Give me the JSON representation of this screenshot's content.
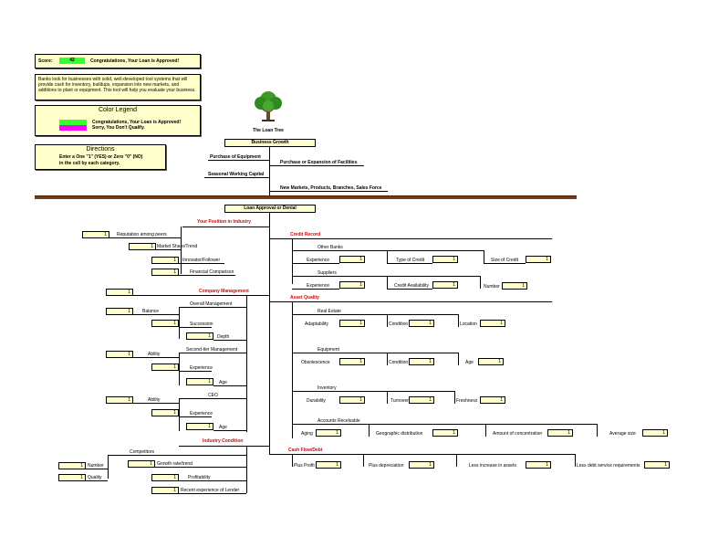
{
  "score": {
    "label": "Score:",
    "value": "42",
    "message": "Congratulations, Your Loan is Approved!"
  },
  "intro": "Banks look for businesses with solid, well-developed tool systems that will provide cash for inventory, buildups, expansion into new markets, and additions to plant or equipment. This tool will help you evaluate your business.",
  "legend": {
    "title": "Color Legend",
    "items": [
      {
        "color": "#33ff33",
        "label": "Congratulations, Your Loan is Approved!"
      },
      {
        "color": "#ff00ff",
        "label": "Sorry, You Don't Qualify."
      }
    ]
  },
  "directions": {
    "title": "Directions",
    "line1": "Enter a One \"1\" (YES) or Zero \"0\" (NO)",
    "line2": "in the cell by each category."
  },
  "tree": {
    "title": "The Loan Tree"
  },
  "business_growth": {
    "header": "Business Growth",
    "items": [
      "Purchase of Equipment",
      "Purchase or Expansion of Facilities",
      "Seasonal Working Capital",
      "New Markets, Products, Branches, Sales Force"
    ]
  },
  "loan_header": "Loan Approval or Denial",
  "position": {
    "title": "Your Position in Industry",
    "items": [
      "Reputation among peers",
      "Market Share/Trend",
      "Innovator/Follower",
      "Financial Comparison"
    ],
    "values": [
      "1",
      "1",
      "1",
      "1"
    ]
  },
  "company": {
    "title": "Company Management",
    "value": "1",
    "overall": "Overall Management",
    "balance": "Balance",
    "succession": "Succession",
    "depth": "Depth",
    "secondtier": "Second-tier Management",
    "ability": "Ability",
    "experience": "Experience",
    "age": "Age",
    "ceo": "CEO",
    "values": [
      "1",
      "1",
      "1",
      "1",
      "1",
      "1",
      "1",
      "1",
      "1"
    ]
  },
  "industry": {
    "title": "Industry Condition",
    "competitors": "Competitors",
    "number": "Number",
    "quality": "Quality",
    "growth": "Growth rate/trend",
    "profitability": "Profitability",
    "recent": "Recent experience of Lender",
    "values": [
      "1",
      "1",
      "1",
      "1",
      "1"
    ]
  },
  "credit": {
    "title": "Credit Record",
    "other_banks": "Other Banks",
    "experience": "Experience",
    "type": "Type of Credit",
    "size": "Size of Credit",
    "suppliers": "Suppliers",
    "availability": "Credit Availability",
    "number": "Number",
    "values": [
      "1",
      "1",
      "1",
      "1",
      "1",
      "1"
    ]
  },
  "asset": {
    "title": "Asset Quality",
    "real_estate": "Real Estate",
    "adaptability": "Adaptability",
    "condition": "Condition",
    "location": "Location",
    "equipment": "Equipment",
    "obsolescence": "Obsolescence",
    "age": "Age",
    "inventory": "Inventory",
    "durability": "Durability",
    "turnover": "Turnover",
    "freshness": "Freshness",
    "ar": "Accounts Receivable",
    "aging": "Aging",
    "geo": "Geographic distribution",
    "concentration": "Amount of concentration",
    "avg_size": "Average size",
    "values": [
      "1",
      "1",
      "1",
      "1",
      "1",
      "1",
      "1",
      "1",
      "1",
      "1",
      "1",
      "1",
      "1"
    ]
  },
  "cashflow": {
    "title": "Cash Flow/Debt",
    "profit": "Plus Profit",
    "depreciation": "Plus depreciation",
    "assets": "Less increase in assets",
    "debt": "Less debt service requirements",
    "values": [
      "1",
      "1",
      "1",
      "1"
    ]
  }
}
